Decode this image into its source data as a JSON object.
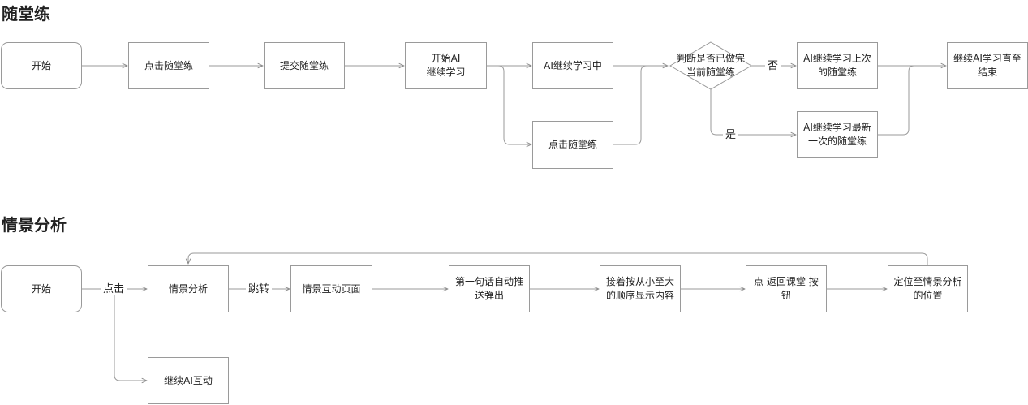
{
  "section1": {
    "title": "随堂练",
    "nodes": {
      "start": "开始",
      "click_practice": "点击随堂练",
      "submit": "提交随堂练",
      "start_ai": "开始AI\n继续学习",
      "ai_learning": "AI继续学习中",
      "click_practice2": "点击随堂练",
      "decision": "判断是否已做完\n当前随堂练",
      "ai_last": "AI继续学习上次\n的随堂练",
      "ai_latest": "AI继续学习最新\n一次的随堂练",
      "end": "继续AI学习直至\n结束"
    },
    "labels": {
      "no": "否",
      "yes": "是"
    }
  },
  "section2": {
    "title": "情景分析",
    "nodes": {
      "start": "开始",
      "scene": "情景分析",
      "interactive": "情景互动页面",
      "push": "第一句话自动推\n送弹出",
      "order": "接着按从小至大\n的顺序显示内容",
      "back": "点 返回课堂 按\n钮",
      "locate": "定位至情景分析\n的位置",
      "continue_ai": "继续AI互动"
    },
    "labels": {
      "click": "点击",
      "jump": "跳转"
    }
  }
}
